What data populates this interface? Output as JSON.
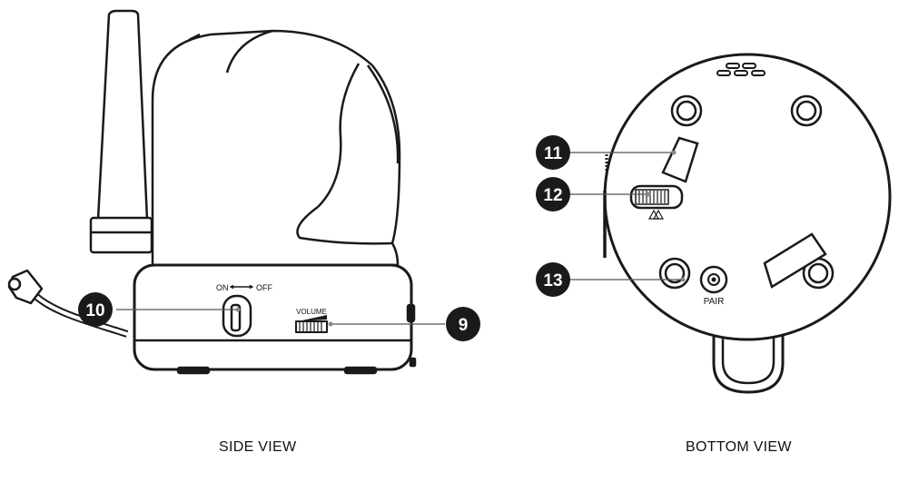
{
  "views": {
    "side": {
      "caption": "SIDE VIEW",
      "switch_on": "ON",
      "switch_off": "OFF",
      "volume_label": "VOLUME"
    },
    "bottom": {
      "caption": "BOTTOM VIEW",
      "pair_label": "PAIR"
    }
  },
  "callouts": [
    {
      "number": "9"
    },
    {
      "number": "10"
    },
    {
      "number": "11"
    },
    {
      "number": "12"
    },
    {
      "number": "13"
    }
  ],
  "colors": {
    "line": "#1a1a1a",
    "badge": "#1a1a1a",
    "badge_text": "#ffffff",
    "background": "#ffffff"
  }
}
